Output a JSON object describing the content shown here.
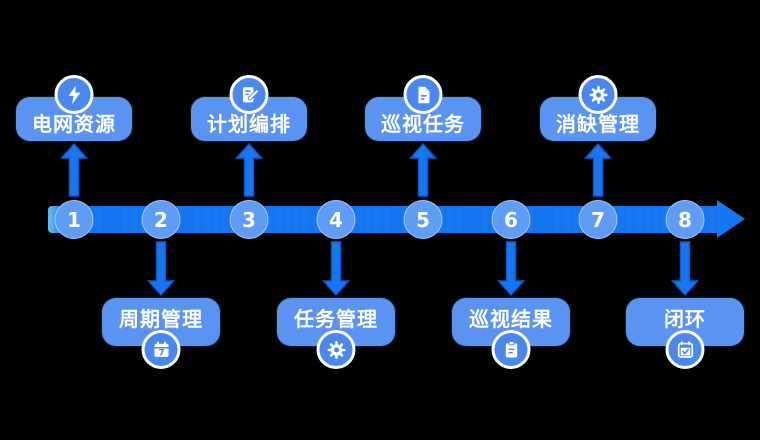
{
  "diagram": {
    "type": "process-timeline",
    "background": "#000000",
    "colors": {
      "bar": "#1677F2",
      "bar_outline": "#0D5ACF",
      "node_circle": "#5E9CF5",
      "label_box": "#5A93F1",
      "icon_badge": "#4B88EE",
      "text": "#FFFFFF"
    },
    "steps": [
      {
        "number": "1",
        "label": "电网资源",
        "icon": "lightning-icon",
        "side": "top"
      },
      {
        "number": "2",
        "label": "周期管理",
        "icon": "calendar-date-icon",
        "side": "bottom",
        "icon_text": "7"
      },
      {
        "number": "3",
        "label": "计划编排",
        "icon": "edit-plan-icon",
        "side": "top"
      },
      {
        "number": "4",
        "label": "任务管理",
        "icon": "gear-icon",
        "side": "bottom"
      },
      {
        "number": "5",
        "label": "巡视任务",
        "icon": "document-icon",
        "side": "top"
      },
      {
        "number": "6",
        "label": "巡视结果",
        "icon": "clipboard-icon",
        "side": "bottom"
      },
      {
        "number": "7",
        "label": "消缺管理",
        "icon": "gear-icon",
        "side": "top"
      },
      {
        "number": "8",
        "label": "闭环",
        "icon": "calendar-check-icon",
        "side": "bottom"
      }
    ]
  }
}
